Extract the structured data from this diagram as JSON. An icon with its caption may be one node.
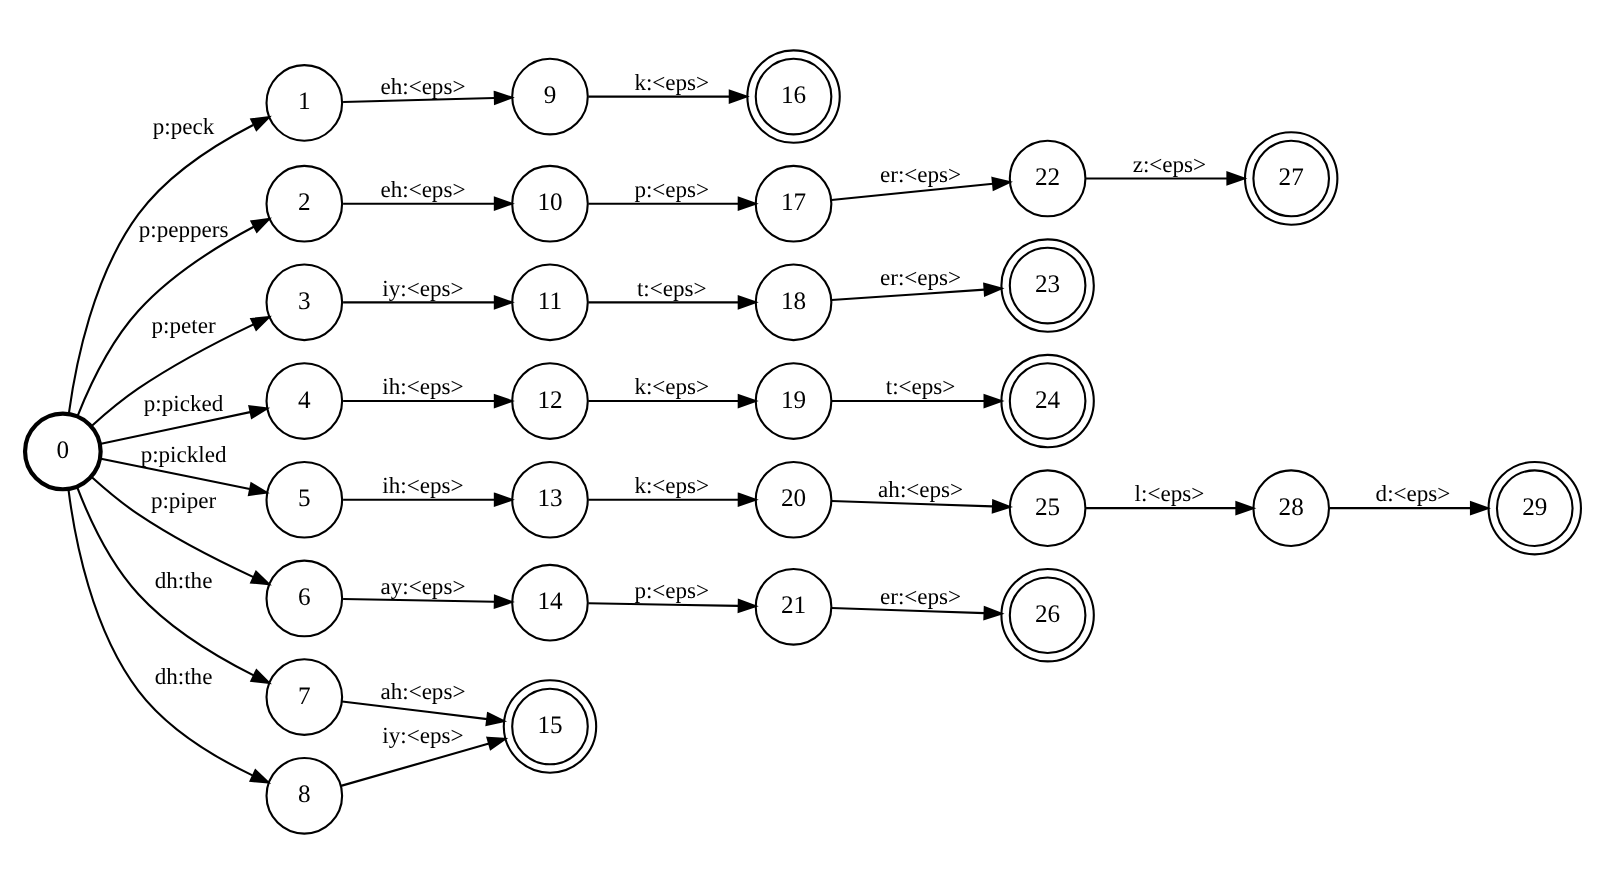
{
  "diagram": {
    "nodes": [
      {
        "text": [
          "0"
        ]
      },
      {
        "text": [
          "1"
        ]
      },
      {
        "text": [
          "2"
        ]
      },
      {
        "text": [
          "3"
        ]
      },
      {
        "text": [
          "4"
        ]
      },
      {
        "text": [
          "5"
        ]
      },
      {
        "text": [
          "6"
        ]
      },
      {
        "text": [
          "7"
        ]
      },
      {
        "text": [
          "8"
        ]
      },
      {
        "text": [
          "9"
        ]
      },
      {
        "text": [
          "10"
        ]
      },
      {
        "text": [
          "11"
        ]
      },
      {
        "text": [
          "12"
        ]
      },
      {
        "text": [
          "13"
        ]
      },
      {
        "text": [
          "14"
        ]
      },
      {
        "text": [
          "15"
        ]
      },
      {
        "text": [
          "16"
        ]
      },
      {
        "text": [
          "17"
        ]
      },
      {
        "text": [
          "18"
        ]
      },
      {
        "text": [
          "19"
        ]
      },
      {
        "text": [
          "20"
        ]
      },
      {
        "text": [
          "21"
        ]
      },
      {
        "text": [
          "22"
        ]
      },
      {
        "text": [
          "23"
        ]
      },
      {
        "text": [
          "24"
        ]
      },
      {
        "text": [
          "25"
        ]
      },
      {
        "text": [
          "26"
        ]
      },
      {
        "text": [
          "27"
        ]
      },
      {
        "text": [
          "28"
        ]
      },
      {
        "text": [
          "29"
        ]
      }
    ],
    "edges": [
      {
        "from": 0,
        "to": 1,
        "arrow": "to",
        "label": "p:peck"
      },
      {
        "from": 0,
        "to": 2,
        "arrow": "to",
        "label": "p:peppers"
      },
      {
        "from": 0,
        "to": 3,
        "arrow": "to",
        "label": "p:peter"
      },
      {
        "from": 0,
        "to": 4,
        "arrow": "to",
        "label": "p:picked"
      },
      {
        "from": 0,
        "to": 5,
        "arrow": "to",
        "label": "p:pickled"
      },
      {
        "from": 0,
        "to": 6,
        "arrow": "to",
        "label": "p:piper"
      },
      {
        "from": 0,
        "to": 7,
        "arrow": "to",
        "label": "dh:the"
      },
      {
        "from": 0,
        "to": 8,
        "arrow": "to",
        "label": "dh:the"
      },
      {
        "from": 1,
        "to": 9,
        "arrow": "to",
        "label": "eh:<eps>"
      },
      {
        "from": 9,
        "to": 16,
        "arrow": "to",
        "label": "k:<eps>"
      },
      {
        "from": 2,
        "to": 10,
        "arrow": "to",
        "label": "eh:<eps>"
      },
      {
        "from": 10,
        "to": 17,
        "arrow": "to",
        "label": "p:<eps>"
      },
      {
        "from": 17,
        "to": 22,
        "arrow": "to",
        "label": "er:<eps>"
      },
      {
        "from": 22,
        "to": 27,
        "arrow": "to",
        "label": "z:<eps>"
      },
      {
        "from": 3,
        "to": 11,
        "arrow": "to",
        "label": "iy:<eps>"
      },
      {
        "from": 11,
        "to": 18,
        "arrow": "to",
        "label": "t:<eps>"
      },
      {
        "from": 18,
        "to": 23,
        "arrow": "to",
        "label": "er:<eps>"
      },
      {
        "from": 4,
        "to": 12,
        "arrow": "to",
        "label": "ih:<eps>"
      },
      {
        "from": 12,
        "to": 19,
        "arrow": "to",
        "label": "k:<eps>"
      },
      {
        "from": 19,
        "to": 24,
        "arrow": "to",
        "label": "t:<eps>"
      },
      {
        "from": 5,
        "to": 13,
        "arrow": "to",
        "label": "ih:<eps>"
      },
      {
        "from": 13,
        "to": 20,
        "arrow": "to",
        "label": "k:<eps>"
      },
      {
        "from": 20,
        "to": 25,
        "arrow": "to",
        "label": "ah:<eps>"
      },
      {
        "from": 25,
        "to": 28,
        "arrow": "to",
        "label": "l:<eps>"
      },
      {
        "from": 28,
        "to": 29,
        "arrow": "to",
        "label": "d:<eps>"
      },
      {
        "from": 6,
        "to": 14,
        "arrow": "to",
        "label": "ay:<eps>"
      },
      {
        "from": 14,
        "to": 21,
        "arrow": "to",
        "label": "p:<eps>"
      },
      {
        "from": 21,
        "to": 26,
        "arrow": "to",
        "label": "er:<eps>"
      },
      {
        "from": 7,
        "to": 15,
        "arrow": "to",
        "label": "ah:<eps>"
      },
      {
        "from": 8,
        "to": 15,
        "arrow": "to",
        "label": "iy:<eps>"
      }
    ]
  }
}
